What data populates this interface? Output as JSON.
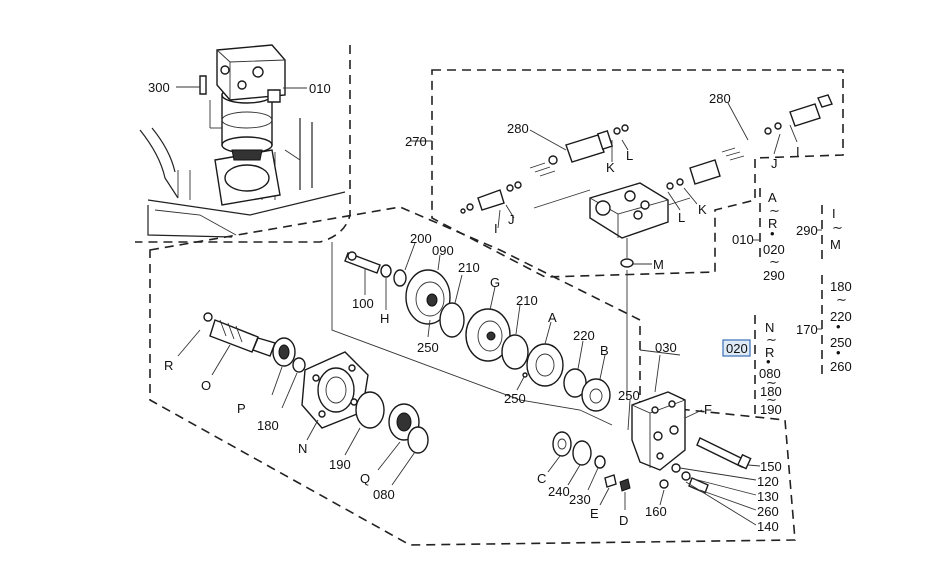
{
  "labels": {
    "l300": "300",
    "l010_top": "010",
    "l270": "270",
    "l280a": "280",
    "l280b": "280",
    "K1": "K",
    "L1": "L",
    "J1": "J",
    "I1": "I",
    "J2": "J",
    "L2": "L",
    "K2": "K",
    "M": "M",
    "l200": "200",
    "l090a": "090",
    "l210a": "210",
    "G": "G",
    "l210b": "210",
    "A": "A",
    "l220": "220",
    "B": "B",
    "l030": "030",
    "l100": "100",
    "H": "H",
    "l250a": "250",
    "l250b": "250",
    "l250c": "250",
    "F": "F",
    "R": "R",
    "O": "O",
    "P": "P",
    "l180": "180",
    "N": "N",
    "l190": "190",
    "Q": "Q",
    "l080": "080",
    "C": "C",
    "l240": "240",
    "l230": "230",
    "E": "E",
    "D": "D",
    "l160": "160",
    "l150": "150",
    "l120": "120",
    "l130": "130",
    "l260": "260",
    "l140": "140"
  },
  "legend": {
    "col1": [
      "A",
      "∼",
      "R",
      "•",
      "020",
      "∼",
      "290"
    ],
    "col1_prefix": "010",
    "col2": [
      "I",
      "∼",
      "M"
    ],
    "col2_prefix": "290",
    "col3": [
      "180",
      "∼",
      "220",
      "•",
      "250",
      "•",
      "260"
    ],
    "col3_prefix": "170",
    "col4": [
      "N",
      "∼",
      "R",
      "•",
      "080",
      "∼",
      "180",
      "∼",
      "190"
    ],
    "col4_prefix": "020"
  },
  "colors": {
    "line": "#222222",
    "highlight_fill": "#dfeaf7",
    "highlight_stroke": "#3a6fb5"
  }
}
